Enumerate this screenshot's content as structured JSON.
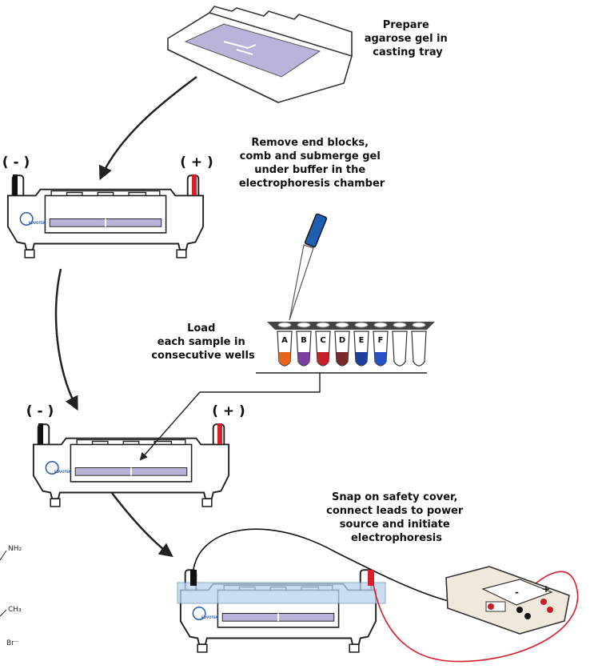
{
  "steps": {
    "prepare": [
      "Prepare",
      "agarose gel in",
      "casting tray"
    ],
    "remove": [
      "Remove end blocks,",
      "comb and submerge gel",
      "under buffer in the",
      "electrophoresis chamber"
    ],
    "load": [
      "Load",
      "each sample in",
      "consecutive wells"
    ],
    "snap": [
      "Snap on safety cover,",
      "connect leads to power",
      "source and initiate",
      "electrophoresis"
    ]
  },
  "polarity": {
    "negative": "( - )",
    "positive": "( + )"
  },
  "brand": "EDVOTEK",
  "tubes": [
    {
      "label": "A",
      "color": "#e8641a"
    },
    {
      "label": "B",
      "color": "#7b3fa0"
    },
    {
      "label": "C",
      "color": "#c81e2a"
    },
    {
      "label": "D",
      "color": "#7a2a2a"
    },
    {
      "label": "E",
      "color": "#1f3f9e"
    },
    {
      "label": "F",
      "color": "#2a4fc8"
    },
    {
      "label": "",
      "color": "#ffffff"
    },
    {
      "label": "",
      "color": "#ffffff"
    }
  ],
  "chemistry": {
    "amine": "NH₂",
    "methyl": "CH₃",
    "bromide": "Br⁻"
  },
  "colors": {
    "gel": "#b9b2d9",
    "negative_lead": "#111111",
    "positive_lead": "#d81e2a",
    "cover": "#b9d3ef",
    "arrow": "#222222",
    "pipette": "#1e5fb4"
  },
  "power_supply": {
    "minus": "-",
    "plus": "+"
  }
}
